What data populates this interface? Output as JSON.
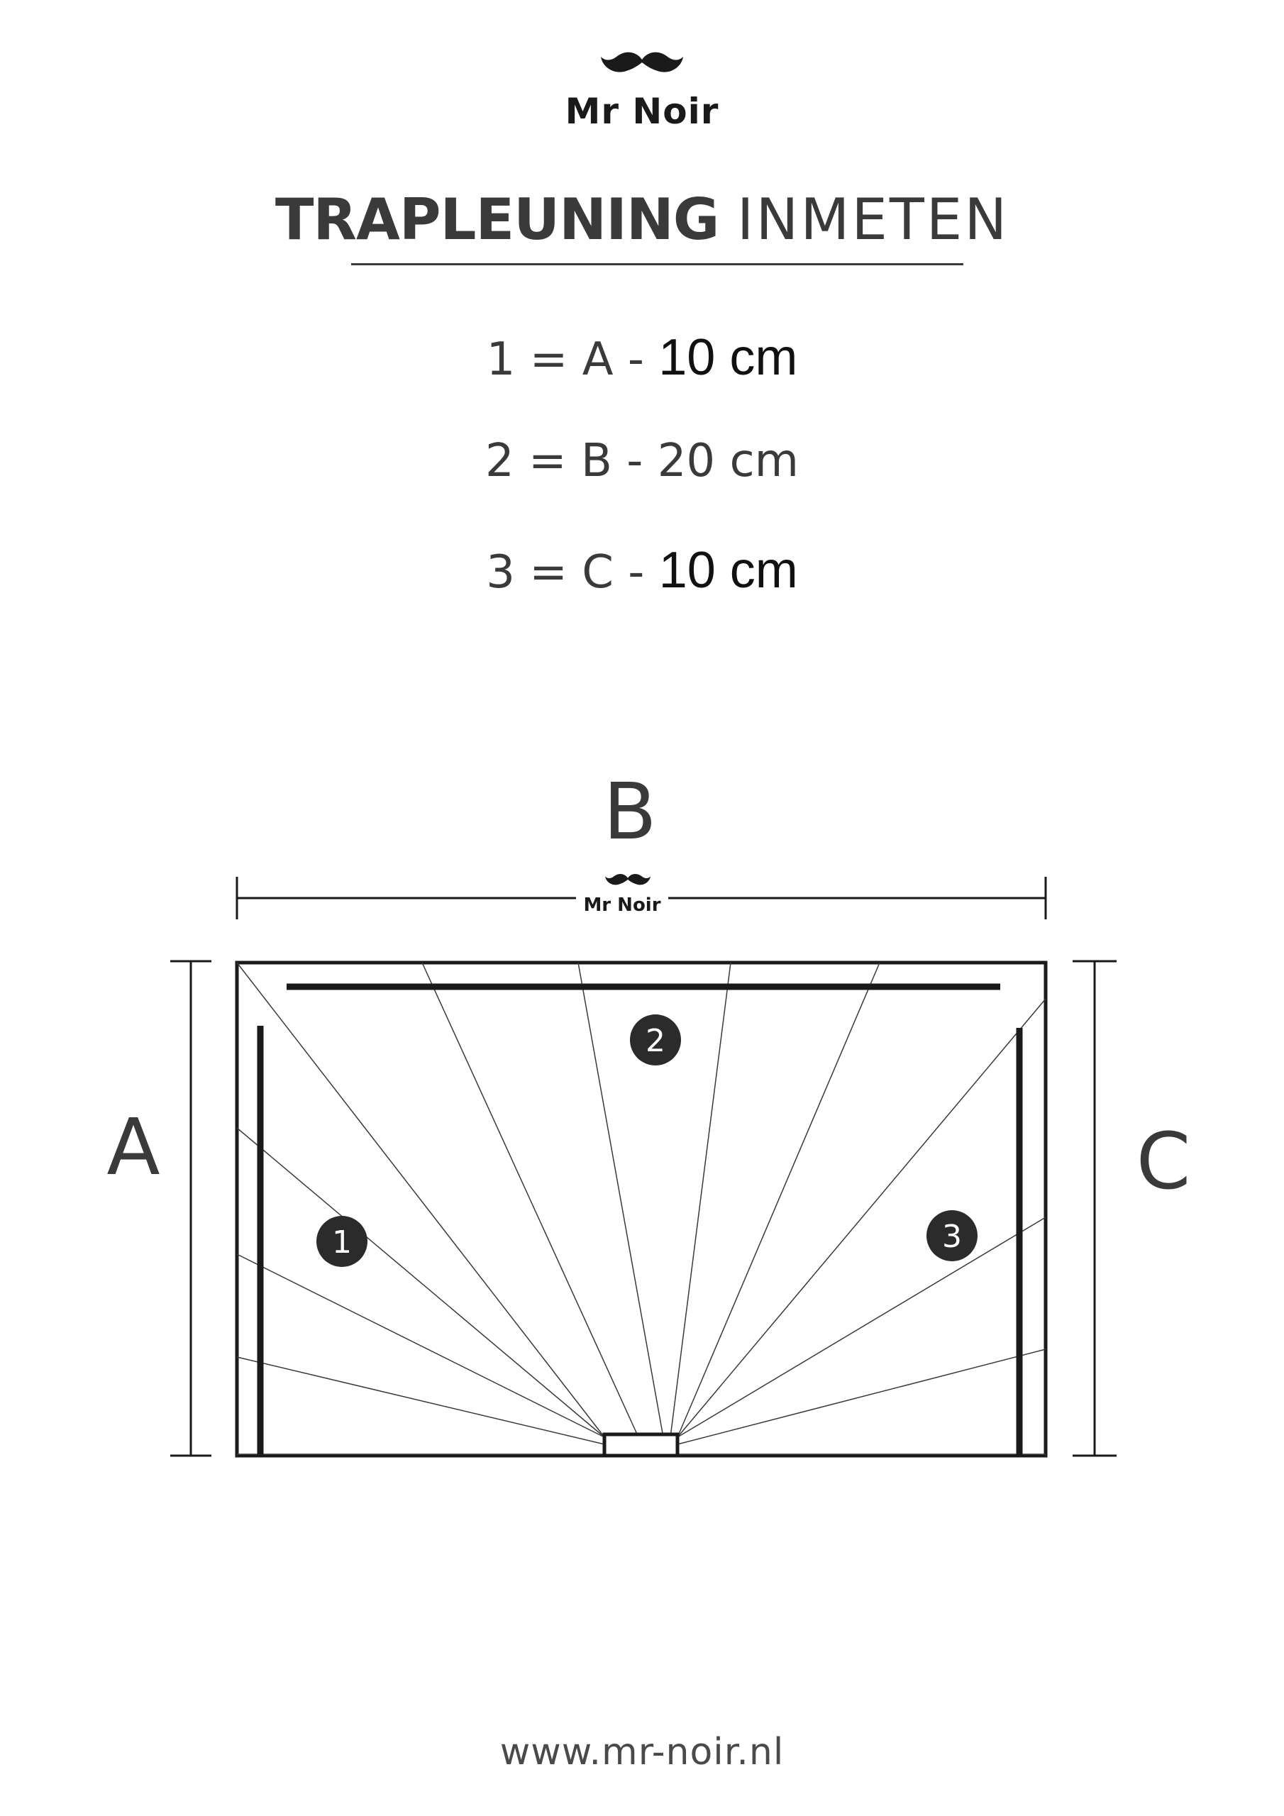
{
  "brand": {
    "name": "Mr Noir",
    "logo_icon": "mustache-icon"
  },
  "title": {
    "bold_part": "TRAPLEUNING",
    "light_part": "INMETEN"
  },
  "formulas": [
    {
      "lhs": "1 = A -",
      "value": "10 cm"
    },
    {
      "lhs": "2 = B -",
      "value": "20 cm"
    },
    {
      "lhs": "3 = C -",
      "value": "10 cm"
    }
  ],
  "diagram": {
    "labels": {
      "a": "A",
      "b": "B",
      "c": "C"
    },
    "markers": [
      "1",
      "2",
      "3"
    ],
    "dimension_brand": "Mr Noir"
  },
  "footer": {
    "url": "www.mr-noir.nl"
  },
  "colors": {
    "text": "#3a3a3a",
    "line": "#1a1a1a",
    "marker_fill": "#2b2b2b",
    "background": "#ffffff"
  }
}
